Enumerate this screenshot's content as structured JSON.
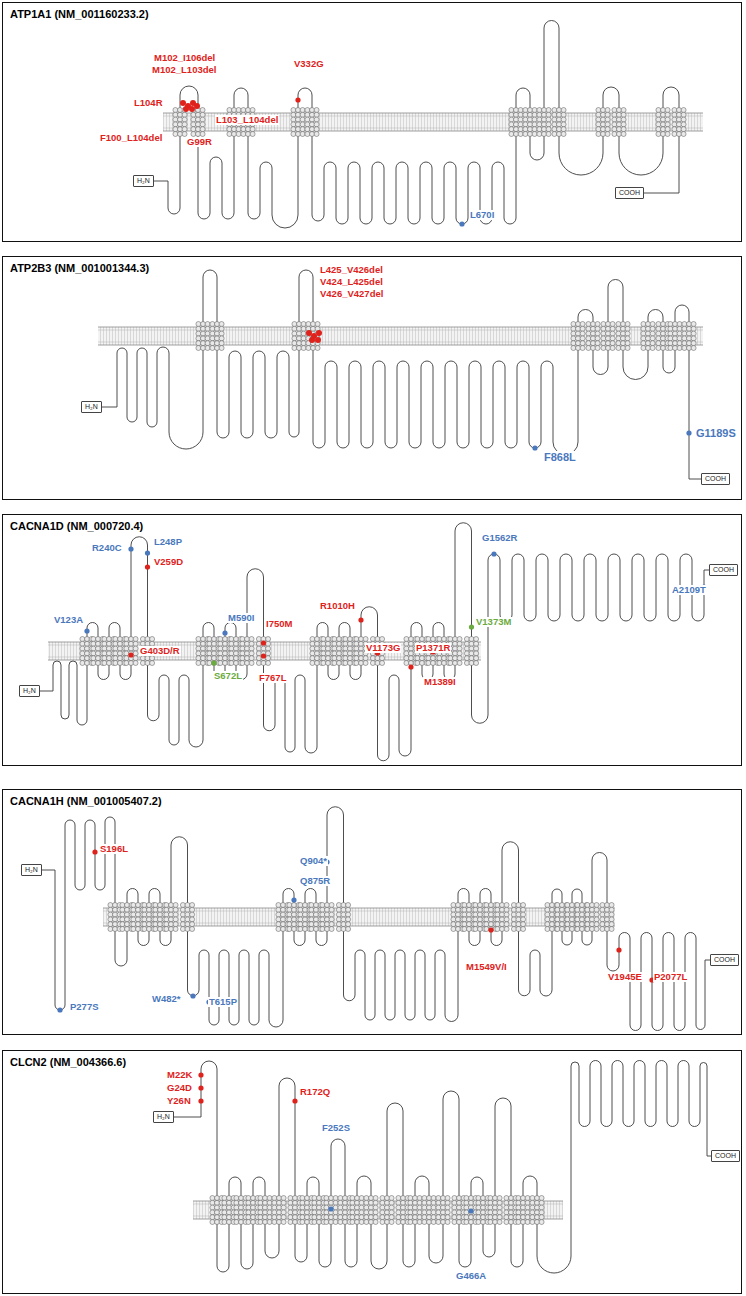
{
  "diagram": {
    "nodes": [
      {
        "text": [
          "ATP1A1 (NM_001160233.2)"
        ]
      },
      {
        "text": [
          "H₂N"
        ],
        "in": 0
      },
      {
        "text": [
          "COOH"
        ],
        "in": 0
      },
      {
        "text": [
          "ATP2B3 (NM_001001344.3)"
        ]
      },
      {
        "text": [
          "H₂N"
        ],
        "in": 3
      },
      {
        "text": [
          "COOH"
        ],
        "in": 3
      },
      {
        "text": [
          "CACNA1D (NM_000720.4)"
        ]
      },
      {
        "text": [
          "H₂N"
        ],
        "in": 6
      },
      {
        "text": [
          "COOH"
        ],
        "in": 6
      },
      {
        "text": [
          "CACNA1H (NM_001005407.2)"
        ]
      },
      {
        "text": [
          "H₂N"
        ],
        "in": 9
      },
      {
        "text": [
          "COOH"
        ],
        "in": 9
      },
      {
        "text": [
          "CLCN2 (NM_004366.6)"
        ]
      },
      {
        "text": [
          "H₂N"
        ],
        "in": 12
      },
      {
        "text": [
          "COOH"
        ],
        "in": 12
      }
    ],
    "labels": [
      "M102_I106del",
      "M102_L103del",
      "L104R",
      "F100_L104del",
      "G99R",
      "L103_L104del",
      "V332G",
      "L670I",
      "L425_V426del",
      "V424_L425del",
      "V426_V427del",
      "F868L",
      "G1189S",
      "R240C",
      "L248P",
      "V259D",
      "V123A",
      "G403D/R",
      "M590I",
      "S672L",
      "I750M",
      "F767L",
      "R1010H",
      "V1173G",
      "P1371R",
      "V1373M",
      "M1389I",
      "G1562R",
      "A2109T",
      "S196L",
      "P277S",
      "W482*",
      "T615P",
      "Q875R",
      "Q904*",
      "M1549V/I",
      "V1945E",
      "P2077L",
      "M22K",
      "G24D",
      "Y26N",
      "R172Q",
      "F252S",
      "G466A"
    ]
  }
}
